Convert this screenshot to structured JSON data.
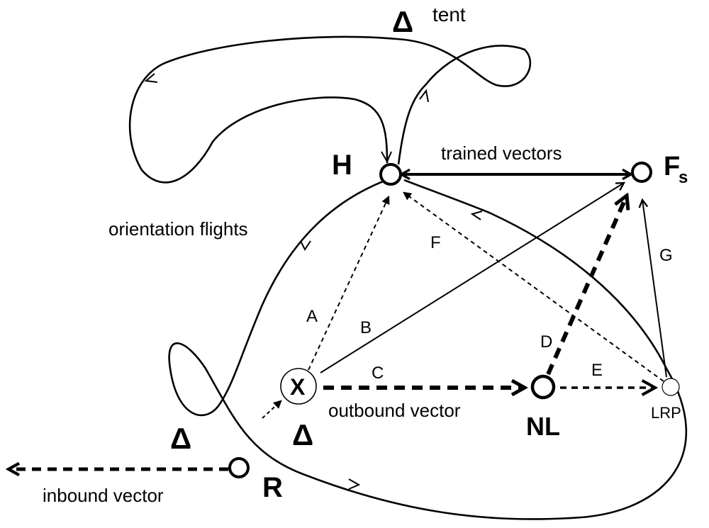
{
  "nodes": {
    "H": "H",
    "Fs_main": "F",
    "Fs_sub": "s",
    "X": "X",
    "NL": "NL",
    "LRP": "LRP",
    "R": "R"
  },
  "labels": {
    "tent": "tent",
    "trained_vectors": "trained vectors",
    "orientation_flights": "orientation flights",
    "outbound_vector": "outbound vector",
    "inbound_vector": "inbound vector"
  },
  "path_letters": {
    "A": "A",
    "B": "B",
    "C": "C",
    "D": "D",
    "E": "E",
    "F": "F",
    "G": "G"
  },
  "landmark_symbol": "Δ",
  "colors": {
    "ink": "#000000",
    "background": "#ffffff"
  }
}
